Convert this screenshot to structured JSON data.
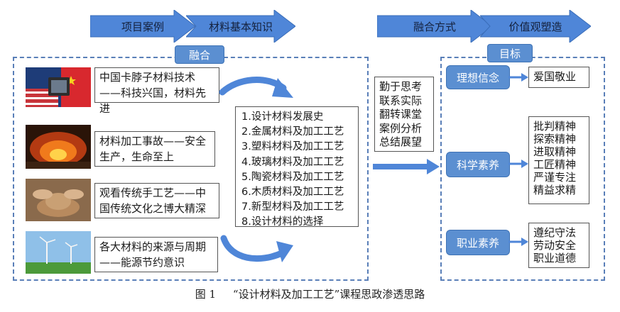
{
  "header": {
    "project_cases": "项目案例",
    "material_basics": "材料基本知识",
    "integration_method": "融合方式",
    "value_shaping": "价值观塑造"
  },
  "tags": {
    "fusion": "融合",
    "goal": "目标"
  },
  "cases": [
    "中国卡脖子材料技术——科技兴国，材料先进",
    "材料加工事故——安全生产，生命至上",
    "观看传统手工艺——中国传统文化之博大精深",
    "各大材料的来源与周期——能源节约意识"
  ],
  "knowledge_list": [
    "1.设计材料发展史",
    "2.金属材料及加工工艺",
    "3.塑料材料及加工工艺",
    "4.玻璃材料及加工工艺",
    "5.陶瓷材料及加工工艺",
    "6.木质材料及加工工艺",
    "7.新型材料及加工工艺",
    "8.设计材料的选择"
  ],
  "methods": [
    "勤于思考",
    "联系实际",
    "翻转课堂",
    "案例分析",
    "总结展望"
  ],
  "goals": [
    {
      "name": "理想信念",
      "values": [
        "爱国敬业"
      ]
    },
    {
      "name": "科学素养",
      "values": [
        "批判精神",
        "探索精神",
        "进取精神",
        "工匠精神",
        "严谨专注",
        "精益求精"
      ]
    },
    {
      "name": "职业素养",
      "values": [
        "遵纪守法",
        "劳动安全",
        "职业道德"
      ]
    }
  ],
  "caption": {
    "label": "图 1",
    "text": "“设计材料及加工工艺”课程思政渗透思路"
  },
  "colors": {
    "arrow_fill": "#4f86d8",
    "tag_fill": "#5b8fd1",
    "dash": "#5a7fb8"
  }
}
